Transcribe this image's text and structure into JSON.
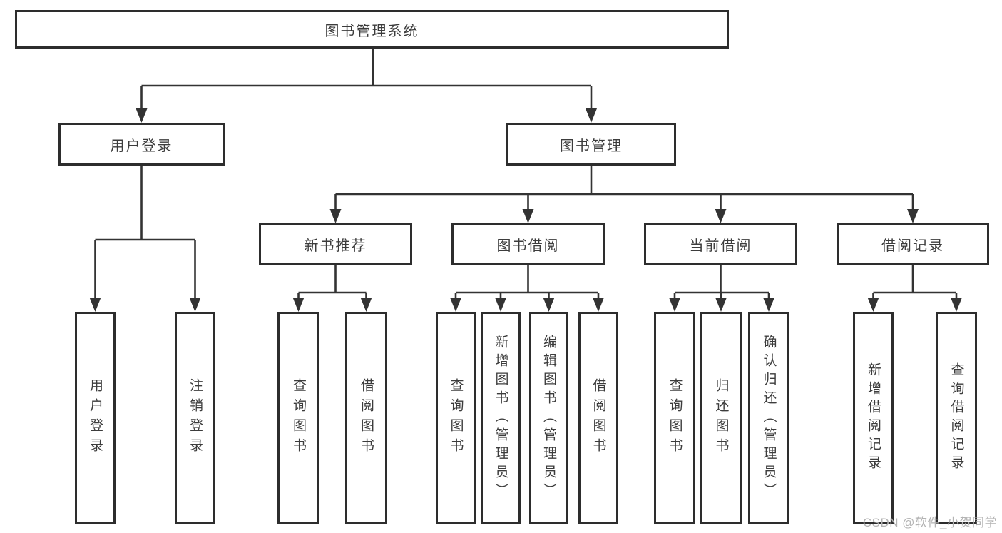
{
  "tree": {
    "root": {
      "label": "图书管理系统"
    },
    "level2": [
      {
        "label": "用户登录",
        "leaves": [
          {
            "label": "用户登录"
          },
          {
            "label": "注销登录"
          }
        ]
      },
      {
        "label": "图书管理",
        "groups": [
          {
            "label": "新书推荐",
            "leaves": [
              {
                "label": "查询图书"
              },
              {
                "label": "借阅图书"
              }
            ]
          },
          {
            "label": "图书借阅",
            "leaves": [
              {
                "label": "查询图书"
              },
              {
                "label": "新增图书（管理员）"
              },
              {
                "label": "编辑图书（管理员）"
              },
              {
                "label": "借阅图书"
              }
            ]
          },
          {
            "label": "当前借阅",
            "leaves": [
              {
                "label": "查询图书"
              },
              {
                "label": "归还图书"
              },
              {
                "label": "确认归还（管理员）"
              }
            ]
          },
          {
            "label": "借阅记录",
            "leaves": [
              {
                "label": "新增借阅记录"
              },
              {
                "label": "查询借阅记录"
              }
            ]
          }
        ]
      }
    ]
  },
  "watermark": {
    "text": "CSDN @软件_小贺同学"
  },
  "colors": {
    "box_border": "#2d2d2d",
    "line": "#333333",
    "text": "#3c3c3c",
    "watermark": "#b3b3b3"
  }
}
